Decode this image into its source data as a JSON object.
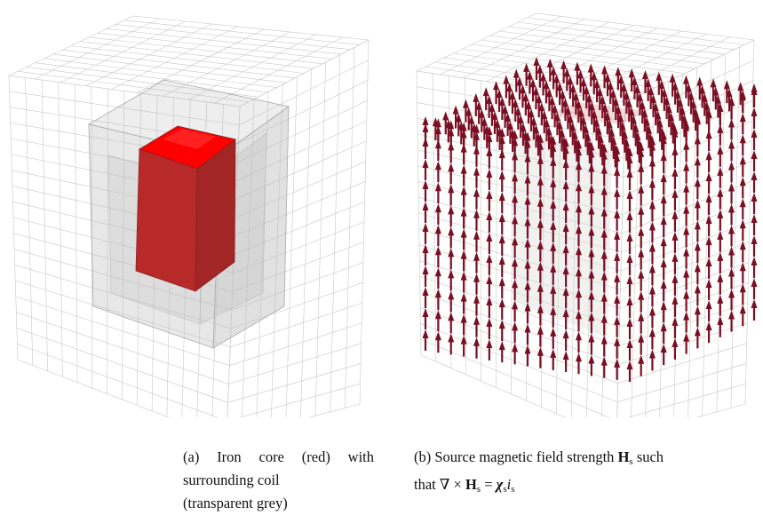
{
  "figure_a": {
    "caption_tag": "(a)",
    "caption_text_line1": "Iron core (red) with surrounding coil",
    "caption_text_line2": "(transparent grey)"
  },
  "figure_b": {
    "caption_tag": "(b)",
    "caption_text_prefix": "Source magnetic field strength",
    "symbol_H": "H",
    "subscript_s": "s",
    "caption_text_mid": "such that ∇ ×",
    "equals": "=",
    "symbol_chi": "χ",
    "symbol_i": "i"
  },
  "colors": {
    "grid": "#c8c8c8",
    "coil": "#bdbdbd",
    "core": "#b82a2a",
    "core_top": "#ff0000",
    "arrow": "#7a0f22"
  }
}
